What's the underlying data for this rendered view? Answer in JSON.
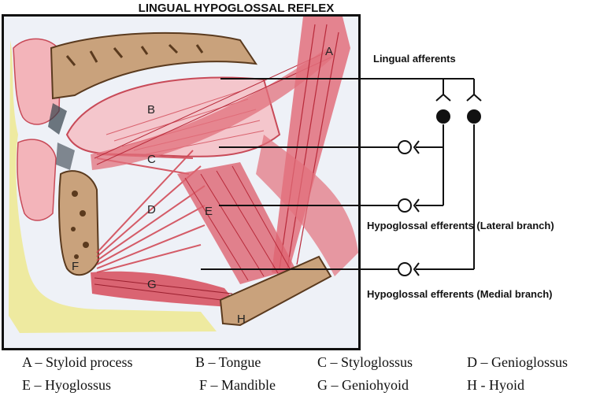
{
  "title": "LINGUAL HYPOGLOSSAL REFLEX",
  "part_labels": {
    "A": "A",
    "B": "B",
    "C": "C",
    "D": "D",
    "E": "E",
    "F": "F",
    "G": "G",
    "H": "H"
  },
  "pathway_labels": {
    "lingual_afferents": "Lingual afferents",
    "lateral_branch": "Hypoglossal efferents (Lateral branch)",
    "medial_branch": "Hypoglossal efferents (Medial branch)"
  },
  "legend": [
    "A – Styloid process",
    "B – Tongue",
    "C – Styloglossus",
    "D – Genioglossus",
    "E – Hyoglossus",
    "F – Mandible",
    "G – Geniohyoid",
    "H - Hyoid"
  ],
  "colors": {
    "muscle": "#d0414f",
    "muscle_light": "#f0a8b0",
    "bone": "#c9a27c",
    "bone_dark": "#5a3a1e",
    "fat": "#e8e07a",
    "line": "#111111"
  }
}
